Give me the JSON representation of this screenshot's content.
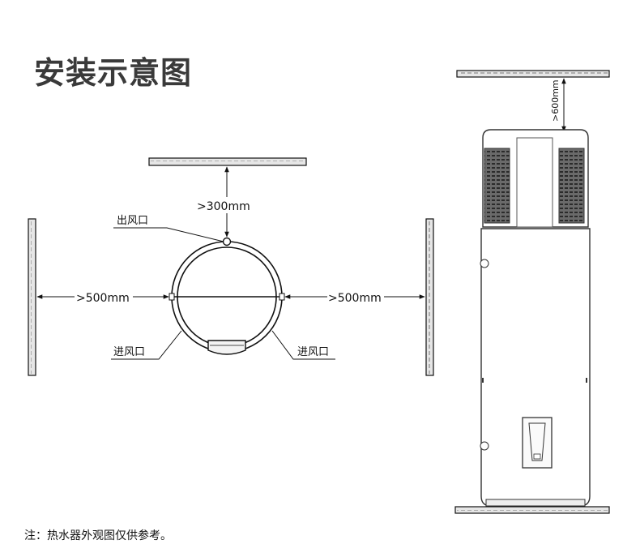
{
  "title": "安装示意图",
  "labels": {
    "top_clearance": ">300mm",
    "left_clearance": ">500mm",
    "right_clearance": ">500mm",
    "air_outlet": "出风口",
    "air_inlet_left": "进风口",
    "air_inlet_right": "进风口",
    "ceiling_clearance": ">600mm"
  },
  "note": "注：热水器外观图仅供参考。",
  "colors": {
    "line": "#111111",
    "wall_fill": "#e6e6e6",
    "vent": "#555555",
    "body_stroke": "#333333",
    "title": "#3a3a3a"
  }
}
